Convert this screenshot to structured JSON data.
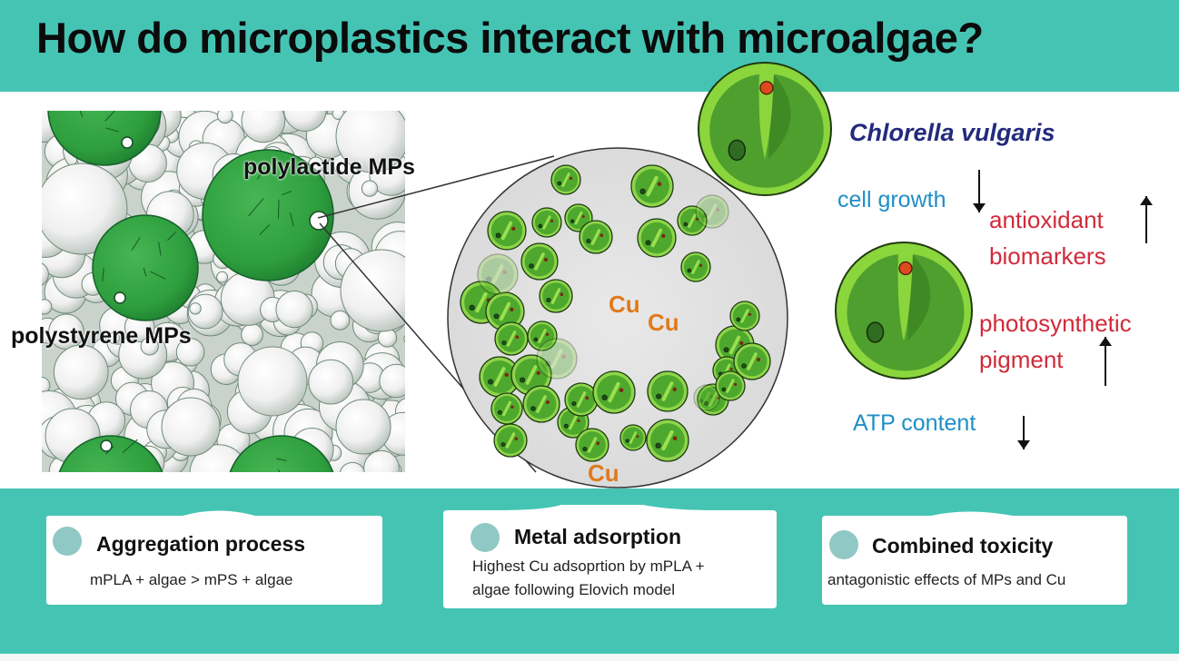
{
  "header": {
    "title": "How do microplastics interact with microalgae?",
    "background_color": "#45c4b4"
  },
  "illustration": {
    "microplastics_panel": {
      "label_polylactide": "polylactide MPs",
      "label_polystyrene": "polystyrene MPs",
      "green_bead_color": "#2e9e3e",
      "white_bead_color": "#f2f2f2"
    },
    "zoom_circle": {
      "copper_labels": [
        "Cu",
        "Cu",
        "Cu"
      ],
      "copper_color": "#e07a1c",
      "algae_cell_color": "#4caf2f"
    }
  },
  "effects": {
    "species": "Chlorella vulgaris",
    "items": [
      {
        "label": "cell growth",
        "direction": "down",
        "color": "#1e8fc6"
      },
      {
        "label_line1": "antioxidant",
        "label_line2": "biomarkers",
        "direction": "up",
        "color": "#d12a3a"
      },
      {
        "label_line1": "photosynthetic",
        "label_line2": "pigment",
        "direction": "up",
        "color": "#d12a3a"
      },
      {
        "label": "ATP content",
        "direction": "down",
        "color": "#1e8fc6"
      }
    ]
  },
  "findings": [
    {
      "title": "Aggregation process",
      "text_lines": [
        "mPLA + algae >  mPS + algae"
      ]
    },
    {
      "title": "Metal adsorption",
      "text_lines": [
        "Highest Cu adsoprtion by mPLA +",
        "algae following Elovich model"
      ]
    },
    {
      "title": "Combined toxicity",
      "text_lines": [
        "antagonistic effects of MPs and Cu"
      ]
    }
  ]
}
